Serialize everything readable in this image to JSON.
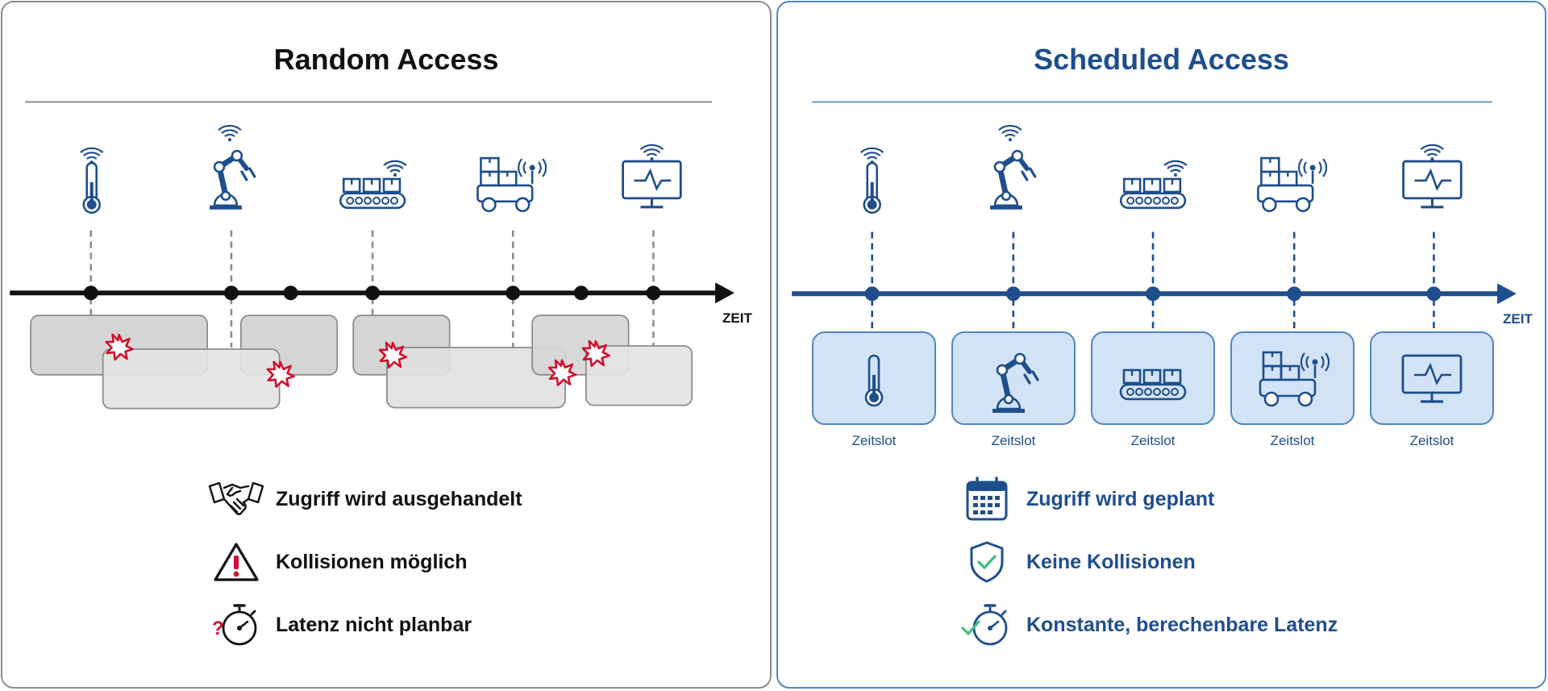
{
  "colors": {
    "black": "#111111",
    "gray_dash": "#8c8c8c",
    "gray_box": "#d8d8d8",
    "collision_red": "#d0102d",
    "blue_dark": "#1e4e8c",
    "blue_border": "#4f86c6",
    "blue_fill": "#d3e3f6",
    "check_green": "#3fbf7f"
  },
  "random": {
    "title": "Random Access",
    "axis_label": "ZEIT",
    "devices": [
      "thermometer-icon",
      "robot-arm-icon",
      "conveyor-icon",
      "forklift-icon",
      "monitor-icon"
    ],
    "legend": [
      {
        "icon": "handshake-icon",
        "text": "Zugriff wird ausgehandelt"
      },
      {
        "icon": "warning-icon",
        "text": "Kollisionen möglich"
      },
      {
        "icon": "stopwatch-question-icon",
        "text": "Latenz nicht planbar"
      }
    ]
  },
  "scheduled": {
    "title": "Scheduled Access",
    "axis_label": "ZEIT",
    "devices": [
      "thermometer-icon",
      "robot-arm-icon",
      "conveyor-icon",
      "forklift-icon",
      "monitor-icon"
    ],
    "slots": [
      {
        "label": "Zeitslot",
        "icon": "thermometer-icon"
      },
      {
        "label": "Zeitslot",
        "icon": "robot-arm-icon"
      },
      {
        "label": "Zeitslot",
        "icon": "conveyor-icon"
      },
      {
        "label": "Zeitslot",
        "icon": "forklift-icon"
      },
      {
        "label": "Zeitslot",
        "icon": "monitor-icon"
      }
    ],
    "legend": [
      {
        "icon": "calendar-icon",
        "text": "Zugriff wird geplant"
      },
      {
        "icon": "shield-check-icon",
        "text": "Keine Kollisionen"
      },
      {
        "icon": "stopwatch-check-icon",
        "text": "Konstante, berechenbare Latenz"
      }
    ]
  }
}
